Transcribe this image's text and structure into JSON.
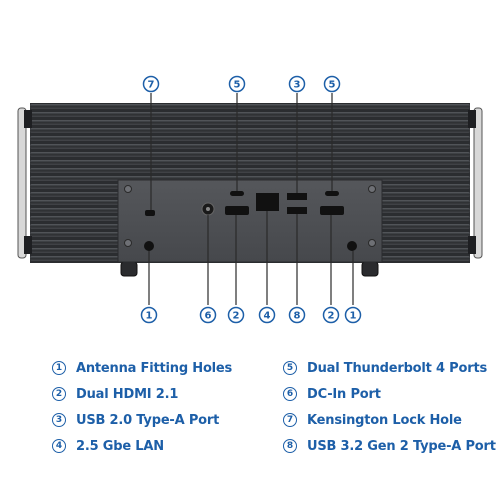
{
  "callouts_top": [
    "7",
    "5",
    "3",
    "5"
  ],
  "callouts_bottom": [
    "1",
    "6",
    "2",
    "4",
    "8",
    "2",
    "1"
  ],
  "legend": [
    {
      "num": "1",
      "text": "Antenna Fitting Holes"
    },
    {
      "num": "2",
      "text": "Dual  HDMI 2.1"
    },
    {
      "num": "3",
      "text": "USB 2.0 Type-A Port"
    },
    {
      "num": "4",
      "text": "2.5 Gbe LAN"
    },
    {
      "num": "5",
      "text": "Dual Thunderbolt 4 Ports"
    },
    {
      "num": "6",
      "text": "DC-In Port"
    },
    {
      "num": "7",
      "text": "Kensington Lock Hole"
    },
    {
      "num": "8",
      "text": "USB 3.2 Gen 2 Type-A Port"
    }
  ],
  "colors": {
    "accent": "#1d5fa8",
    "chassis": "#3b3d41",
    "panel": "#4a4c50"
  }
}
